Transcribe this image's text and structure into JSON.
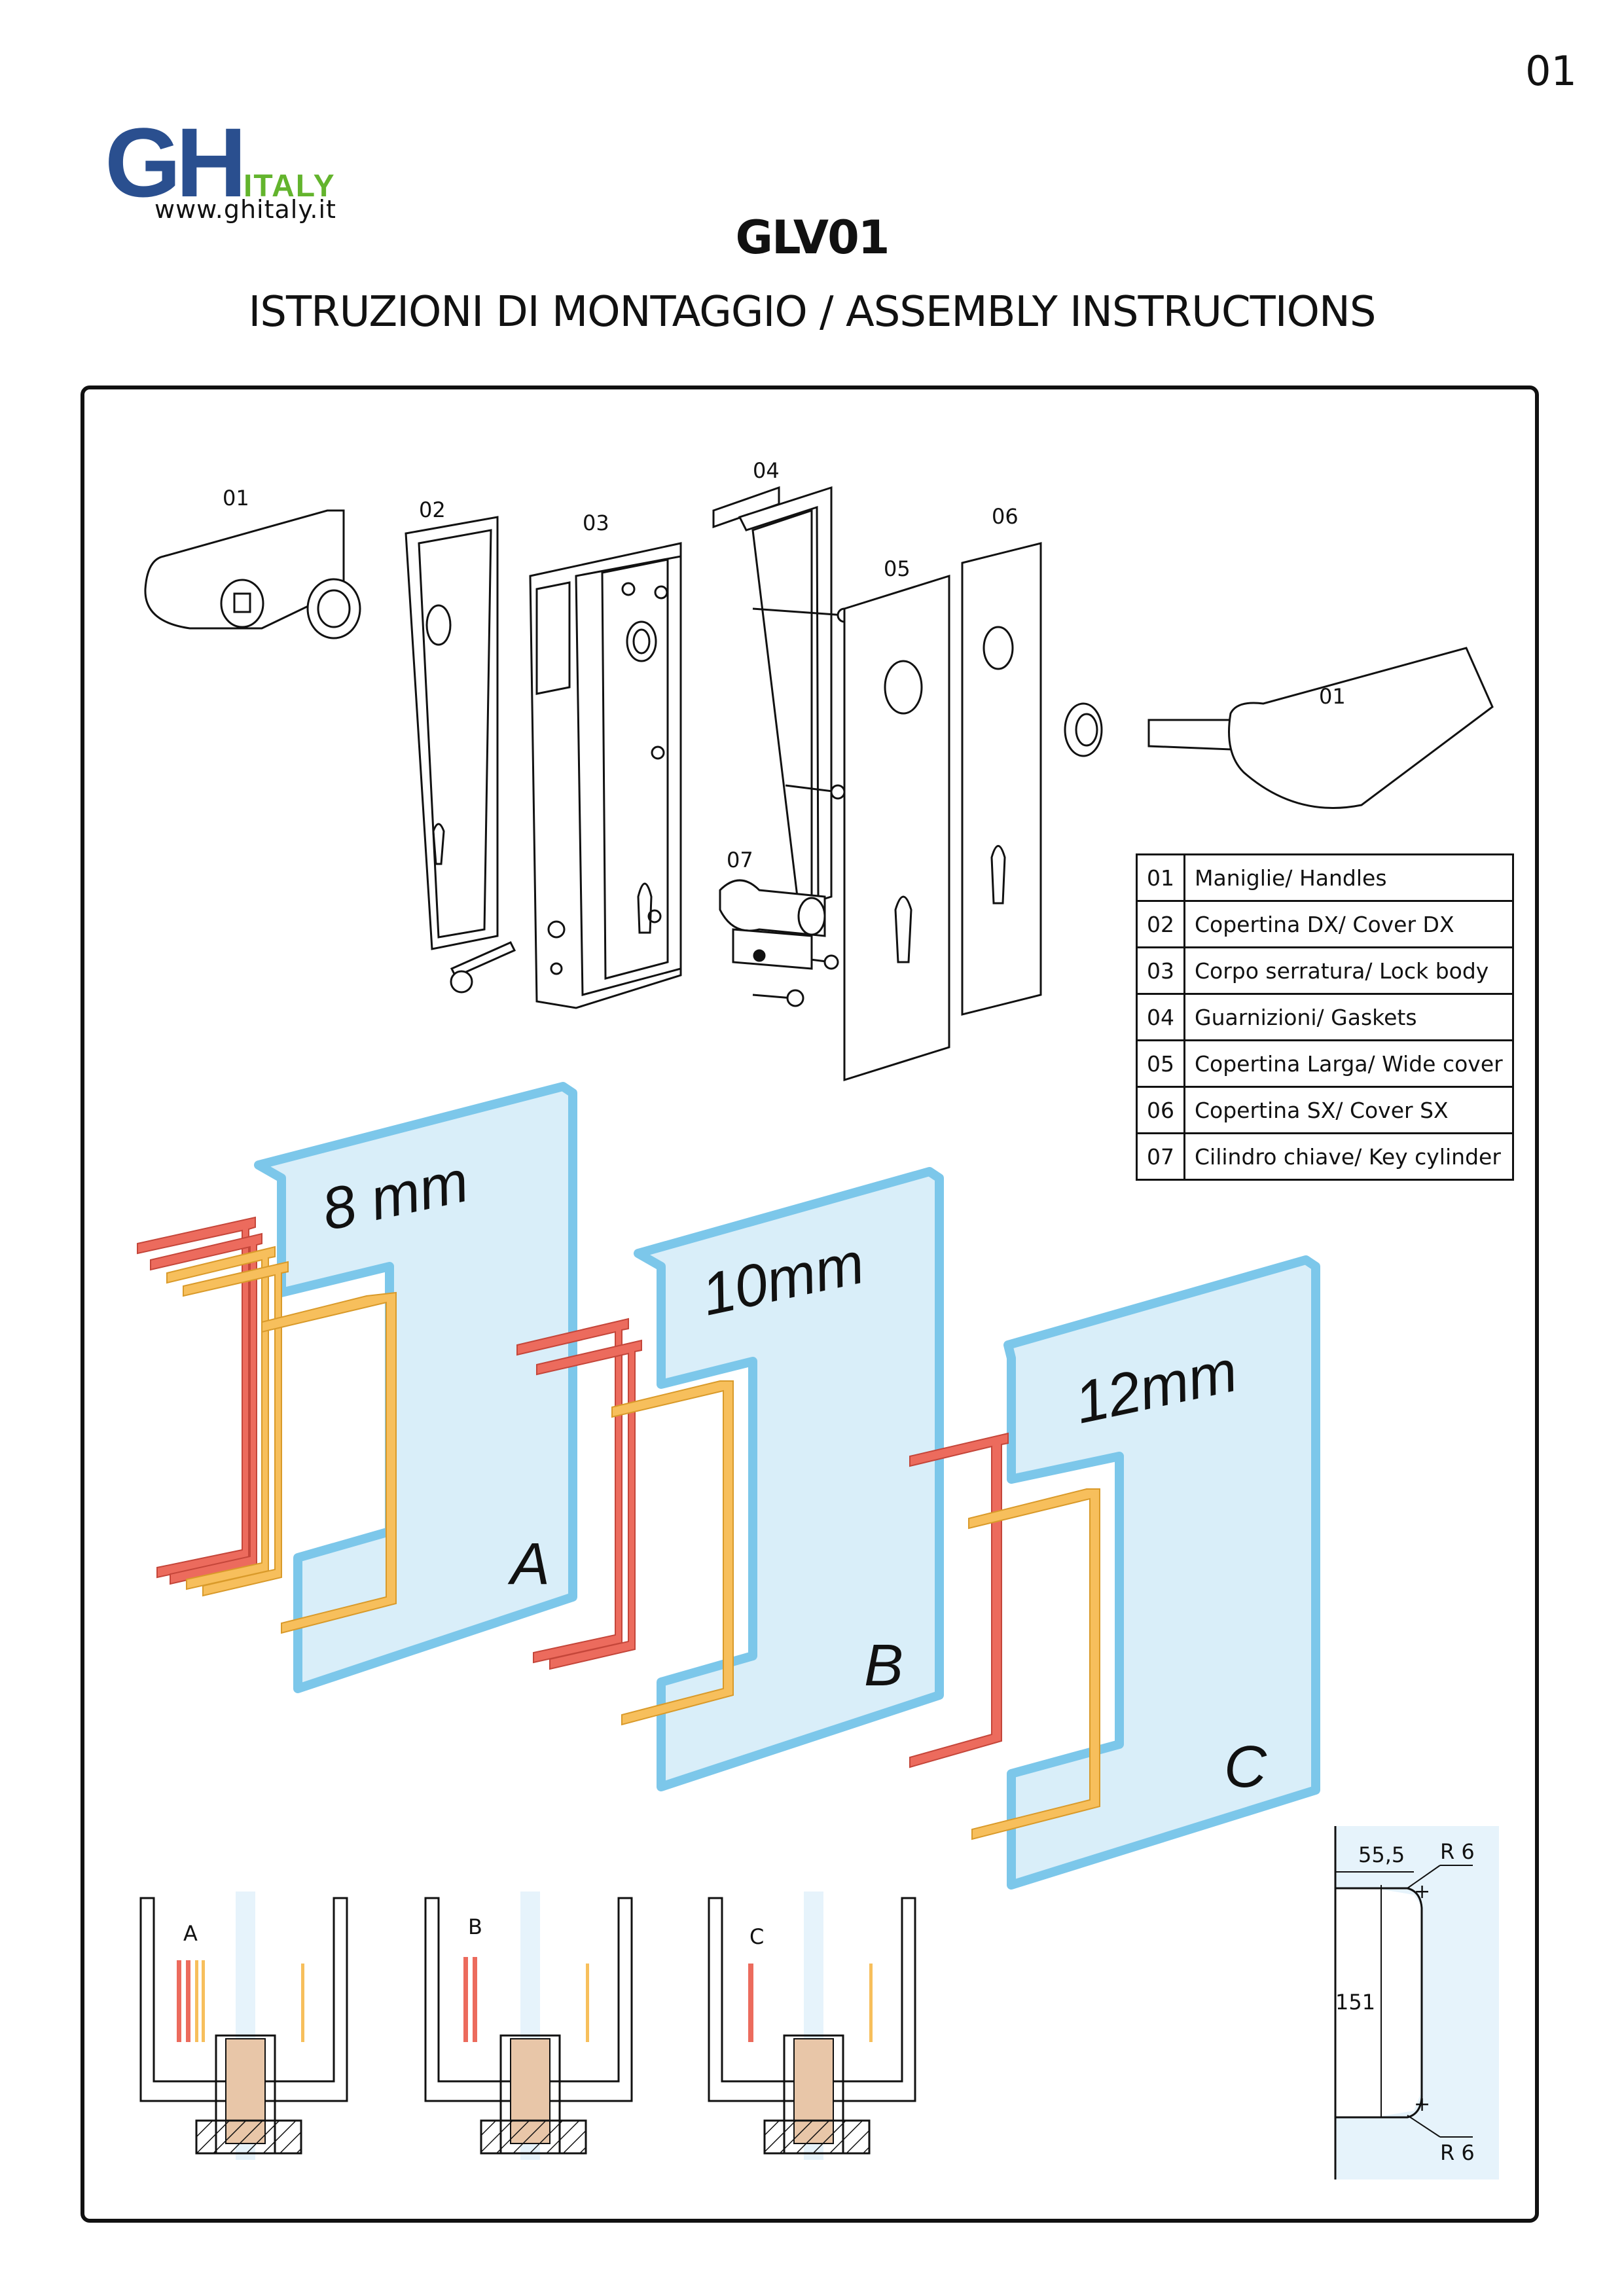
{
  "page_number": "01",
  "brand": {
    "logo_letters": "GH",
    "logo_suffix": "ITALY",
    "website": "www.ghitaly.it",
    "colors": {
      "blue": "#2a4f8f",
      "green": "#63b42d"
    }
  },
  "title": "GLV01",
  "subtitle": "ISTRUZIONI DI MONTAGGIO / ASSEMBLY INSTRUCTIONS",
  "exploded_view_labels": {
    "handle_left": "01",
    "cover_dx": "02",
    "lock_body": "03",
    "gaskets": "04",
    "wide_cover": "05",
    "cover_sx": "06",
    "key_cylinder": "07",
    "handle_right": "01"
  },
  "parts_legend": [
    {
      "code": "01",
      "description": "Maniglie/ Handles"
    },
    {
      "code": "02",
      "description": "Copertina DX/ Cover DX"
    },
    {
      "code": "03",
      "description": "Corpo serratura/ Lock body"
    },
    {
      "code": "04",
      "description": "Guarnizioni/ Gaskets"
    },
    {
      "code": "05",
      "description": "Copertina Larga/ Wide cover"
    },
    {
      "code": "06",
      "description": "Copertina SX/ Cover SX"
    },
    {
      "code": "07",
      "description": "Cilindro chiave/ Key cylinder"
    }
  ],
  "glass_panels": [
    {
      "thickness_label": "8 mm",
      "letter": "A"
    },
    {
      "thickness_label": "10mm",
      "letter": "B"
    },
    {
      "thickness_label": "12mm",
      "letter": "C"
    }
  ],
  "section_labels": [
    "A",
    "B",
    "C"
  ],
  "cutout_dimensions": {
    "width": "55,5",
    "height": "151",
    "radius_top": "R 6",
    "radius_bottom": "R 6"
  },
  "colors": {
    "glass_fill": "#d9eef9",
    "glass_edge": "#7cc7ea",
    "gasket_red": "#ec6b5d",
    "gasket_orange": "#f7bf5c"
  }
}
